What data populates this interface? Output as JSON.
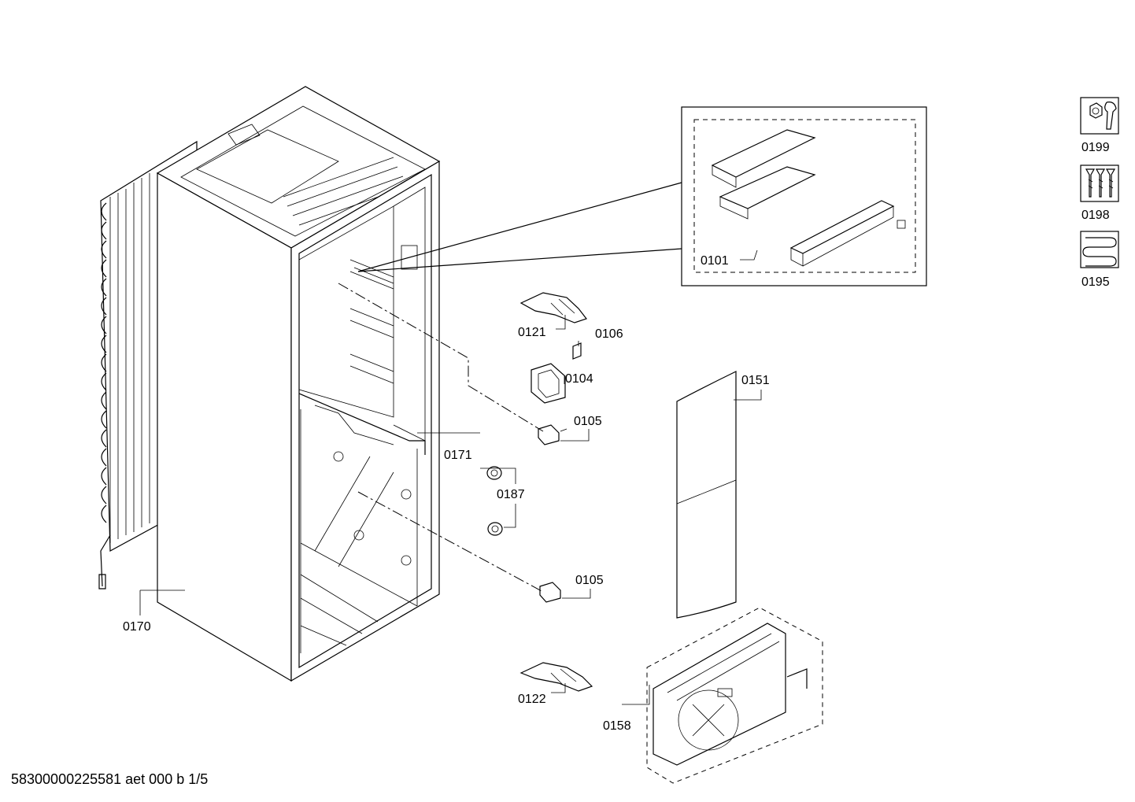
{
  "parts": {
    "p0101": "0101",
    "p0104": "0104",
    "p0105a": "0105",
    "p0105b": "0105",
    "p0106": "0106",
    "p0121": "0121",
    "p0122": "0122",
    "p0151": "0151",
    "p0158": "0158",
    "p0170": "0170",
    "p0171": "0171",
    "p0187": "0187"
  },
  "side_icons": [
    {
      "label": "0199",
      "icon": "nut-wrench-icon"
    },
    {
      "label": "0198",
      "icon": "screws-icon"
    },
    {
      "label": "0195",
      "icon": "heating-coil-icon"
    }
  ],
  "footer": "58300000225581 aet 000 b 1/5"
}
